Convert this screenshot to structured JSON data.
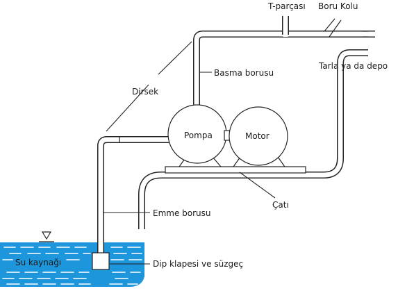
{
  "labels": {
    "t_piece": "T-parçası",
    "pipe_elbow": "Boru Kolu",
    "field_or_tank": "Tarla ya da depo",
    "discharge_pipe": "Basma borusu",
    "elbow": "Dirsek",
    "pump": "Pompa",
    "motor": "Motor",
    "frame": "Çatı",
    "suction_pipe": "Emme borusu",
    "water_source": "Su kaynağı",
    "foot_valve": "Dip klapesi ve süzgeç"
  },
  "colors": {
    "water": "#1e96dc",
    "water_light": "#ffffff",
    "stroke": "#222222",
    "text": "#1a1a1a"
  }
}
